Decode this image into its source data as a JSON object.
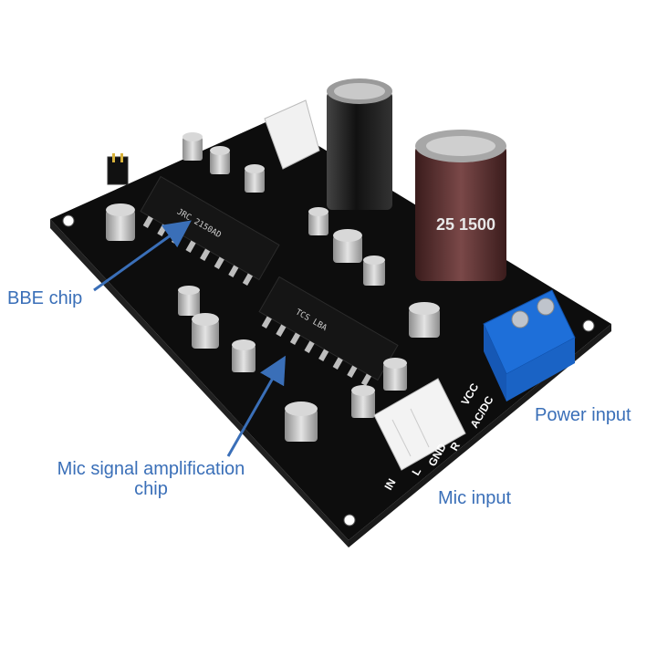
{
  "labels": {
    "bbe_chip": "BBE chip",
    "mic_amp_line1": "Mic signal amplification",
    "mic_amp_line2": "chip",
    "mic_input": "Mic input",
    "power_input": "Power input"
  },
  "board_silkscreen": {
    "mic_pins": [
      "IN",
      "L",
      "GND",
      "R"
    ],
    "power_pins": [
      "VCC",
      "AC/DC"
    ],
    "bbe_chip_marking": "JRC 2150AD",
    "mic_chip_marking": "TCS LBA",
    "big_cap_text": "25 1500"
  },
  "colors": {
    "callout_text": "#3a6fb8",
    "arrow": "#3a6fb8",
    "pcb": "#0e0e0e",
    "terminal_block": "#1e6fd9"
  }
}
